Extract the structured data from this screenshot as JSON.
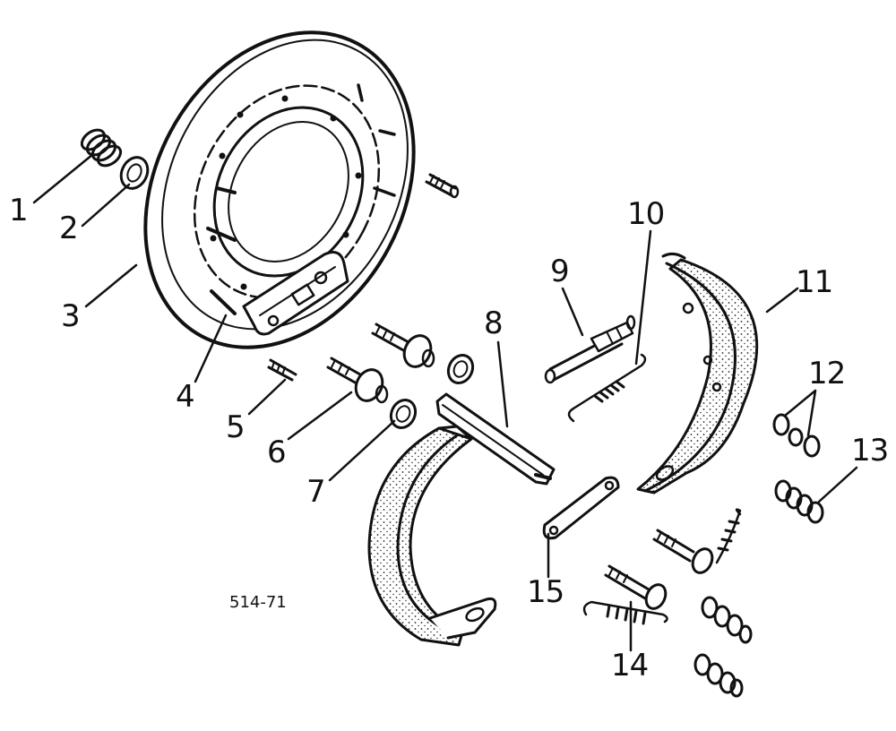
{
  "diagram": {
    "reference_code": "514-71",
    "callouts": [
      "1",
      "2",
      "3",
      "4",
      "5",
      "6",
      "7",
      "8",
      "9",
      "10",
      "11",
      "12",
      "13",
      "14",
      "15"
    ]
  }
}
